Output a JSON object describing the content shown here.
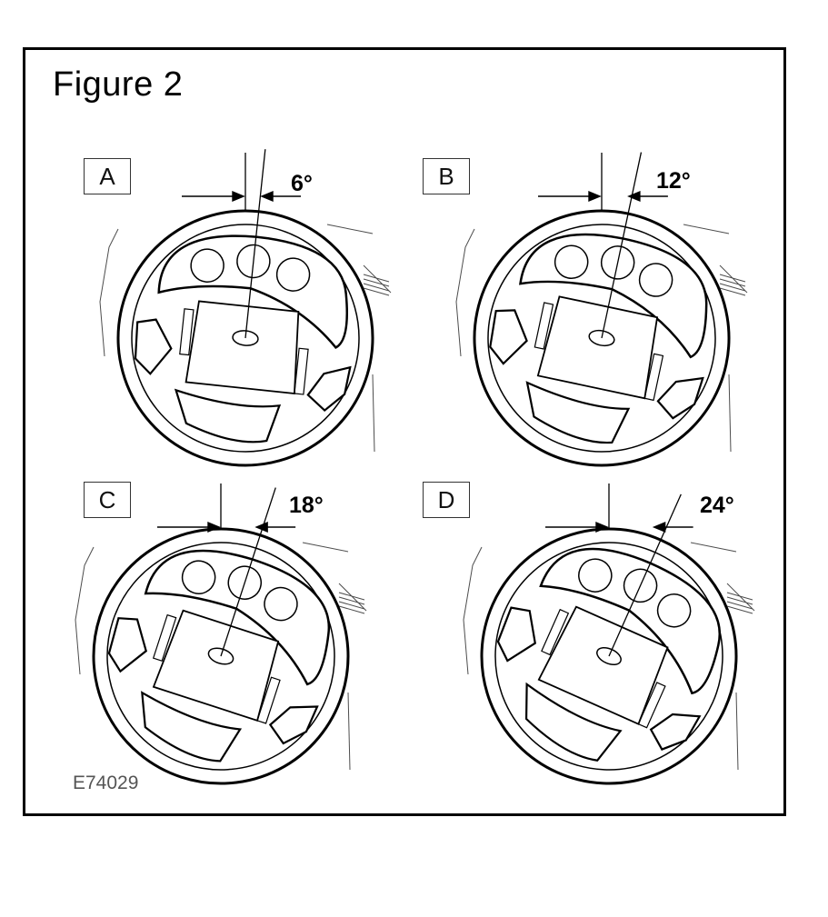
{
  "figure": {
    "title": "Figure 2",
    "reference_code": "E74029"
  },
  "panels": [
    {
      "label": "A",
      "angle_text": "6°",
      "angle_deg": 6
    },
    {
      "label": "B",
      "angle_text": "12°",
      "angle_deg": 12
    },
    {
      "label": "C",
      "angle_text": "18°",
      "angle_deg": 18
    },
    {
      "label": "D",
      "angle_text": "24°",
      "angle_deg": 24
    }
  ],
  "colors": {
    "line": "#000000",
    "frame": "#000000",
    "background": "#ffffff"
  }
}
